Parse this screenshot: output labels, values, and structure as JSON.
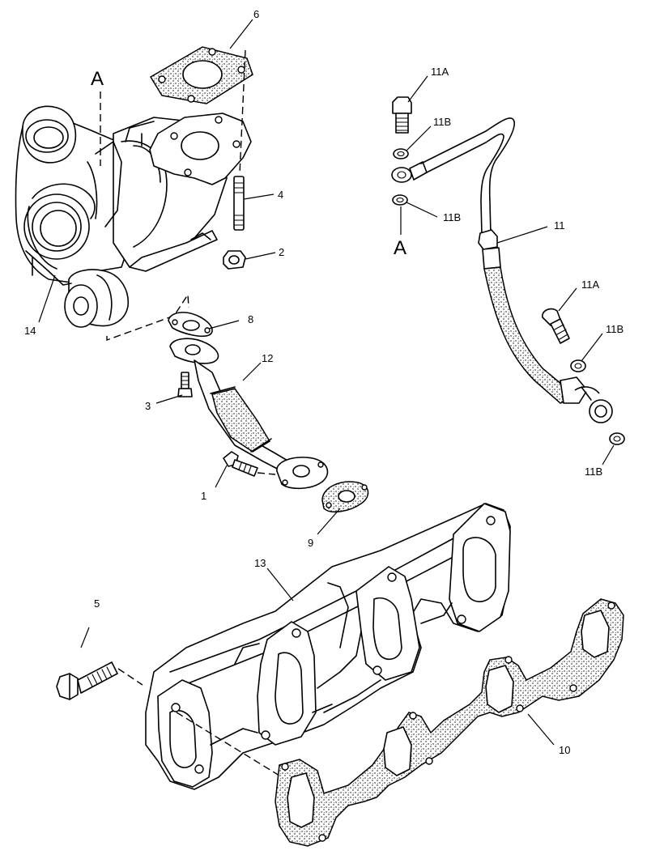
{
  "diagram": {
    "reference_markers": [
      "A",
      "A"
    ],
    "callouts": {
      "c1": "1",
      "c2": "2",
      "c3": "3",
      "c4": "4",
      "c5": "5",
      "c6": "6",
      "c8": "8",
      "c9": "9",
      "c10": "10",
      "c11": "11",
      "c11a_top": "11A",
      "c11b_top": "11B",
      "c11b_mid": "11B",
      "c11a_right": "11A",
      "c11b_right": "11B",
      "c11b_bottom": "11B",
      "c12": "12",
      "c13": "13",
      "c14": "14"
    }
  }
}
